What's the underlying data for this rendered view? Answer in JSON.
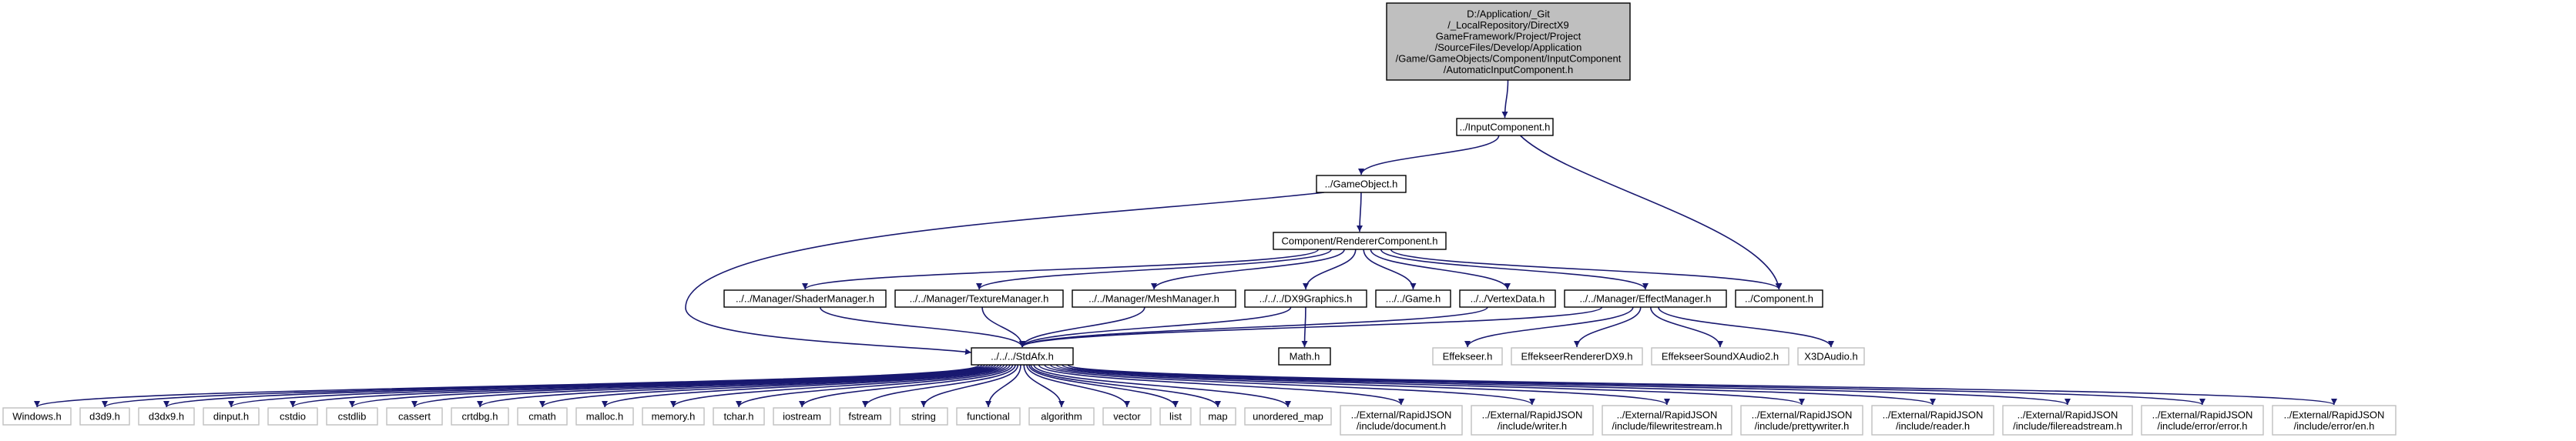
{
  "colors": {
    "edge": "#191970",
    "node_border": "#000000",
    "node_border_external": "#bfbfbf",
    "root_fill": "#bfbfbf",
    "node_fill": "#ffffff",
    "text": "#000000"
  },
  "diagram": {
    "nodes": [
      {
        "id": "root",
        "lines": [
          "D:/Application/_Git",
          "/_LocalRepository/DirectX9",
          "GameFramework/Project/Project",
          "/SourceFiles/Develop/Application",
          "/Game/GameObjects/Component/InputComponent",
          "/AutomaticInputComponent.h"
        ],
        "style": "root"
      },
      {
        "id": "input",
        "lines": [
          "../InputComponent.h"
        ],
        "style": "normal"
      },
      {
        "id": "gameobject",
        "lines": [
          "../GameObject.h"
        ],
        "style": "normal"
      },
      {
        "id": "renderer",
        "lines": [
          "Component/RendererComponent.h"
        ],
        "style": "normal"
      },
      {
        "id": "shader",
        "lines": [
          "../../Manager/ShaderManager.h"
        ],
        "style": "normal"
      },
      {
        "id": "texture",
        "lines": [
          "../../Manager/TextureManager.h"
        ],
        "style": "normal"
      },
      {
        "id": "mesh",
        "lines": [
          "../../Manager/MeshManager.h"
        ],
        "style": "normal"
      },
      {
        "id": "dx9",
        "lines": [
          "../../../DX9Graphics.h"
        ],
        "style": "normal"
      },
      {
        "id": "game",
        "lines": [
          ".../../Game.h"
        ],
        "style": "normal"
      },
      {
        "id": "vertex",
        "lines": [
          "../../VertexData.h"
        ],
        "style": "normal"
      },
      {
        "id": "effect",
        "lines": [
          "../../Manager/EffectManager.h"
        ],
        "style": "normal"
      },
      {
        "id": "component",
        "lines": [
          "../Component.h"
        ],
        "style": "normal"
      },
      {
        "id": "stdafx",
        "lines": [
          "../../../StdAfx.h"
        ],
        "style": "normal"
      },
      {
        "id": "math",
        "lines": [
          "Math.h"
        ],
        "style": "normal"
      },
      {
        "id": "efk",
        "lines": [
          "Effekseer.h"
        ],
        "style": "external"
      },
      {
        "id": "efkr",
        "lines": [
          "EffekseerRendererDX9.h"
        ],
        "style": "external"
      },
      {
        "id": "efks",
        "lines": [
          "EffekseerSoundXAudio2.h"
        ],
        "style": "external"
      },
      {
        "id": "x3d",
        "lines": [
          "X3DAudio.h"
        ],
        "style": "external"
      },
      {
        "id": "windows",
        "lines": [
          "Windows.h"
        ],
        "style": "external"
      },
      {
        "id": "d3d9",
        "lines": [
          "d3d9.h"
        ],
        "style": "external"
      },
      {
        "id": "d3dx9",
        "lines": [
          "d3dx9.h"
        ],
        "style": "external"
      },
      {
        "id": "dinput",
        "lines": [
          "dinput.h"
        ],
        "style": "external"
      },
      {
        "id": "cstdio",
        "lines": [
          "cstdio"
        ],
        "style": "external"
      },
      {
        "id": "cstdlib",
        "lines": [
          "cstdlib"
        ],
        "style": "external"
      },
      {
        "id": "cassert",
        "lines": [
          "cassert"
        ],
        "style": "external"
      },
      {
        "id": "crtdbg",
        "lines": [
          "crtdbg.h"
        ],
        "style": "external"
      },
      {
        "id": "cmath",
        "lines": [
          "cmath"
        ],
        "style": "external"
      },
      {
        "id": "malloc",
        "lines": [
          "malloc.h"
        ],
        "style": "external"
      },
      {
        "id": "memory",
        "lines": [
          "memory.h"
        ],
        "style": "external"
      },
      {
        "id": "tchar",
        "lines": [
          "tchar.h"
        ],
        "style": "external"
      },
      {
        "id": "iostream",
        "lines": [
          "iostream"
        ],
        "style": "external"
      },
      {
        "id": "fstream",
        "lines": [
          "fstream"
        ],
        "style": "external"
      },
      {
        "id": "string",
        "lines": [
          "string"
        ],
        "style": "external"
      },
      {
        "id": "functional",
        "lines": [
          "functional"
        ],
        "style": "external"
      },
      {
        "id": "algorithm",
        "lines": [
          "algorithm"
        ],
        "style": "external"
      },
      {
        "id": "vector",
        "lines": [
          "vector"
        ],
        "style": "external"
      },
      {
        "id": "list",
        "lines": [
          "list"
        ],
        "style": "external"
      },
      {
        "id": "map",
        "lines": [
          "map"
        ],
        "style": "external"
      },
      {
        "id": "umap",
        "lines": [
          "unordered_map"
        ],
        "style": "external"
      },
      {
        "id": "rj_doc",
        "lines": [
          "../External/RapidJSON",
          "/include/document.h"
        ],
        "style": "external"
      },
      {
        "id": "rj_writer",
        "lines": [
          "../External/RapidJSON",
          "/include/writer.h"
        ],
        "style": "external"
      },
      {
        "id": "rj_fws",
        "lines": [
          "../External/RapidJSON",
          "/include/filewritestream.h"
        ],
        "style": "external"
      },
      {
        "id": "rj_pw",
        "lines": [
          "../External/RapidJSON",
          "/include/prettywriter.h"
        ],
        "style": "external"
      },
      {
        "id": "rj_reader",
        "lines": [
          "../External/RapidJSON",
          "/include/reader.h"
        ],
        "style": "external"
      },
      {
        "id": "rj_frs",
        "lines": [
          "../External/RapidJSON",
          "/include/filereadstream.h"
        ],
        "style": "external"
      },
      {
        "id": "rj_err",
        "lines": [
          "../External/RapidJSON",
          "/include/error/error.h"
        ],
        "style": "external"
      },
      {
        "id": "rj_en",
        "lines": [
          "../External/RapidJSON",
          "/include/error/en.h"
        ],
        "style": "external"
      }
    ],
    "edges": [
      [
        "root",
        "input"
      ],
      [
        "input",
        "gameobject"
      ],
      [
        "input",
        "component"
      ],
      [
        "gameobject",
        "renderer"
      ],
      [
        "gameobject",
        "stdafx"
      ],
      [
        "renderer",
        "shader"
      ],
      [
        "renderer",
        "texture"
      ],
      [
        "renderer",
        "mesh"
      ],
      [
        "renderer",
        "dx9"
      ],
      [
        "renderer",
        "game"
      ],
      [
        "renderer",
        "vertex"
      ],
      [
        "renderer",
        "effect"
      ],
      [
        "renderer",
        "component"
      ],
      [
        "shader",
        "stdafx"
      ],
      [
        "texture",
        "stdafx"
      ],
      [
        "mesh",
        "stdafx"
      ],
      [
        "dx9",
        "stdafx"
      ],
      [
        "dx9",
        "math"
      ],
      [
        "vertex",
        "stdafx"
      ],
      [
        "effect",
        "stdafx"
      ],
      [
        "effect",
        "efk"
      ],
      [
        "effect",
        "efkr"
      ],
      [
        "effect",
        "efks"
      ],
      [
        "effect",
        "x3d"
      ],
      [
        "stdafx",
        "windows"
      ],
      [
        "stdafx",
        "d3d9"
      ],
      [
        "stdafx",
        "d3dx9"
      ],
      [
        "stdafx",
        "dinput"
      ],
      [
        "stdafx",
        "cstdio"
      ],
      [
        "stdafx",
        "cstdlib"
      ],
      [
        "stdafx",
        "cassert"
      ],
      [
        "stdafx",
        "crtdbg"
      ],
      [
        "stdafx",
        "cmath"
      ],
      [
        "stdafx",
        "malloc"
      ],
      [
        "stdafx",
        "memory"
      ],
      [
        "stdafx",
        "tchar"
      ],
      [
        "stdafx",
        "iostream"
      ],
      [
        "stdafx",
        "fstream"
      ],
      [
        "stdafx",
        "string"
      ],
      [
        "stdafx",
        "functional"
      ],
      [
        "stdafx",
        "algorithm"
      ],
      [
        "stdafx",
        "vector"
      ],
      [
        "stdafx",
        "list"
      ],
      [
        "stdafx",
        "map"
      ],
      [
        "stdafx",
        "umap"
      ],
      [
        "stdafx",
        "rj_doc"
      ],
      [
        "stdafx",
        "rj_writer"
      ],
      [
        "stdafx",
        "rj_fws"
      ],
      [
        "stdafx",
        "rj_pw"
      ],
      [
        "stdafx",
        "rj_reader"
      ],
      [
        "stdafx",
        "rj_frs"
      ],
      [
        "stdafx",
        "rj_err"
      ],
      [
        "stdafx",
        "rj_en"
      ]
    ]
  }
}
